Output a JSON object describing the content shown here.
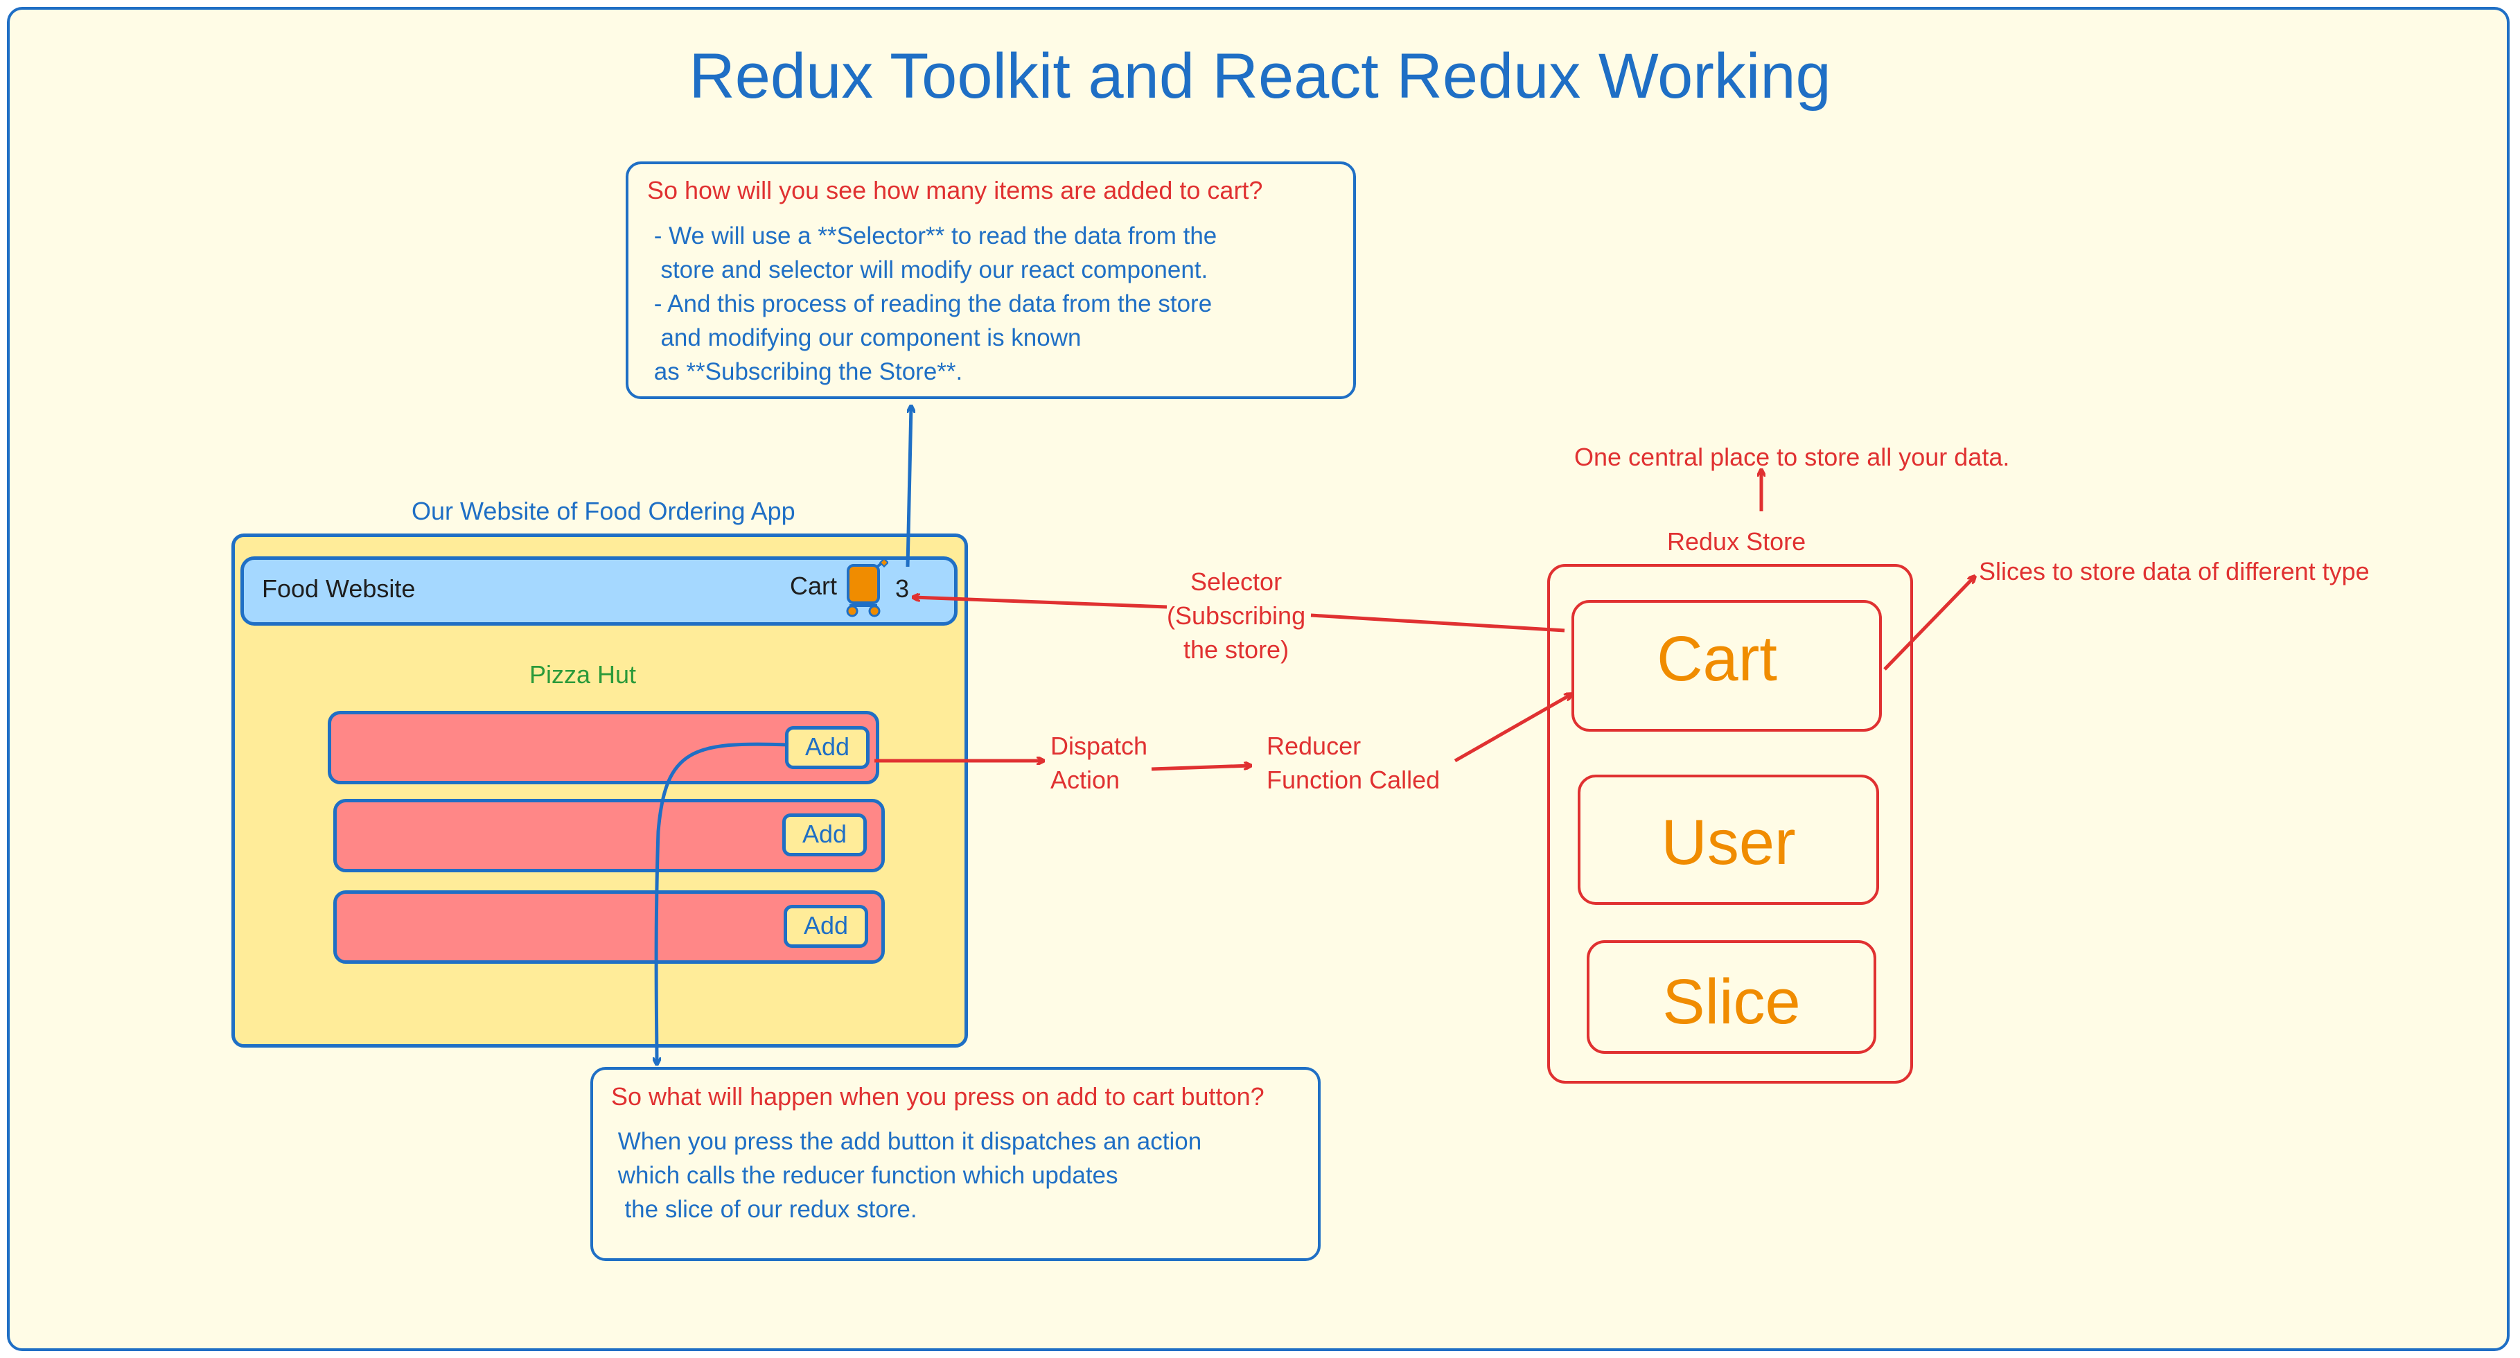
{
  "title": "Redux Toolkit and React Redux Working",
  "top_callout": {
    "question": "So how will you see how many items are added to cart?",
    "lines": [
      " - We will use a **Selector** to read the data from the",
      "  store and selector will modify our react component.",
      " - And this process of reading the data from the store",
      "  and modifying our component is known",
      " as **Subscribing the Store**."
    ]
  },
  "bottom_callout": {
    "question": "So what will happen when you press on add to cart button?",
    "lines": [
      " When you press the add button it dispatches an action",
      " which calls the reducer function which updates",
      "  the slice of our redux store."
    ]
  },
  "website": {
    "caption": "Our Website of Food Ordering App",
    "brand": "Food Website",
    "cart_label": "Cart",
    "cart_count": "3",
    "restaurant": "Pizza Hut",
    "add_labels": [
      "Add",
      "Add",
      "Add"
    ]
  },
  "flow": {
    "selector": "Selector\n(Subscribing\nthe store)",
    "dispatch": "Dispatch\nAction",
    "reducer": "Reducer\nFunction Called"
  },
  "store": {
    "caption": "Redux Store",
    "central_note": "One central place to store all your data.",
    "slices_note": "Slices to store data of different type",
    "slices": [
      "Cart",
      "User",
      "Slice"
    ]
  },
  "colors": {
    "blue": "#1f6fc5",
    "red": "#e03131",
    "orange": "#f08c00",
    "green": "#2b9a3a",
    "background": "#fffce6",
    "app_yellow": "#ffec99",
    "navbar_blue": "#a5d8ff",
    "item_red": "#ff8787"
  }
}
